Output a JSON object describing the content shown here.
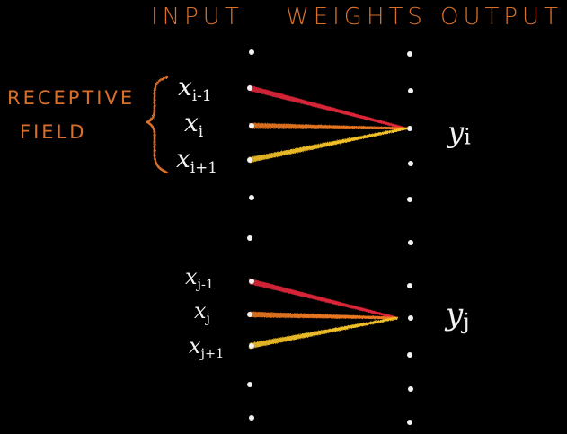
{
  "colors": {
    "background": "#000000",
    "chalk_white": "#f2f2f2",
    "header_orange": "#d9702a",
    "line_red": "#e0283a",
    "line_orange": "#ee7a22",
    "line_yellow": "#f5c32a"
  },
  "headers": {
    "input": "INPUT",
    "weights": "WEIGHTS",
    "output": "OUTPUT"
  },
  "receptive_field": {
    "line1": "RECEPTIVE",
    "line2": "FIELD"
  },
  "inputs_i": [
    {
      "base": "x",
      "sub": "i-1"
    },
    {
      "base": "x",
      "sub": "i"
    },
    {
      "base": "x",
      "sub": "i+1"
    }
  ],
  "inputs_j": [
    {
      "base": "x",
      "sub": "j-1"
    },
    {
      "base": "x",
      "sub": "j"
    },
    {
      "base": "x",
      "sub": "j+1"
    }
  ],
  "outputs": {
    "yi": {
      "base": "y",
      "sub": "i"
    },
    "yj": {
      "base": "y",
      "sub": "j"
    }
  }
}
